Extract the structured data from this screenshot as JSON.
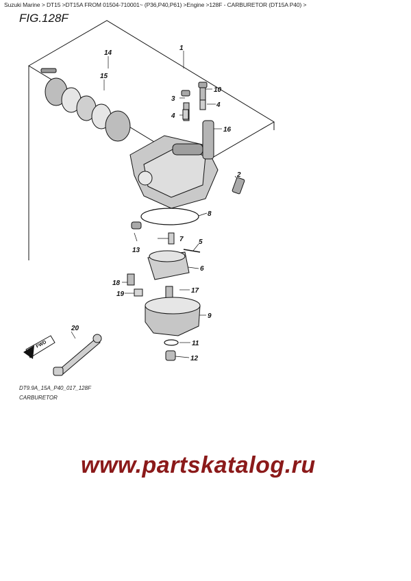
{
  "header": {
    "breadcrumb": "Suzuki Marine > DT15 >DT15A FROM 01504-710001~ (P36,P40,P61) >Engine >128F - CARBURETOR (DT15A P40) >",
    "fig_title": "FIG.128F"
  },
  "diagram": {
    "callouts": [
      "1",
      "2",
      "3",
      "4",
      "4",
      "5",
      "6",
      "7",
      "8",
      "9",
      "10",
      "11",
      "12",
      "13",
      "14",
      "15",
      "16",
      "17",
      "18",
      "19",
      "20"
    ],
    "fwd_label": "FWD",
    "drawing_code": "DT9.9A_15A_P40_017_128F",
    "caption": "CARBURETOR",
    "stroke_color": "#111111"
  },
  "watermark": {
    "text": "www.partskatalog.ru",
    "color": "#8b1a1a"
  }
}
